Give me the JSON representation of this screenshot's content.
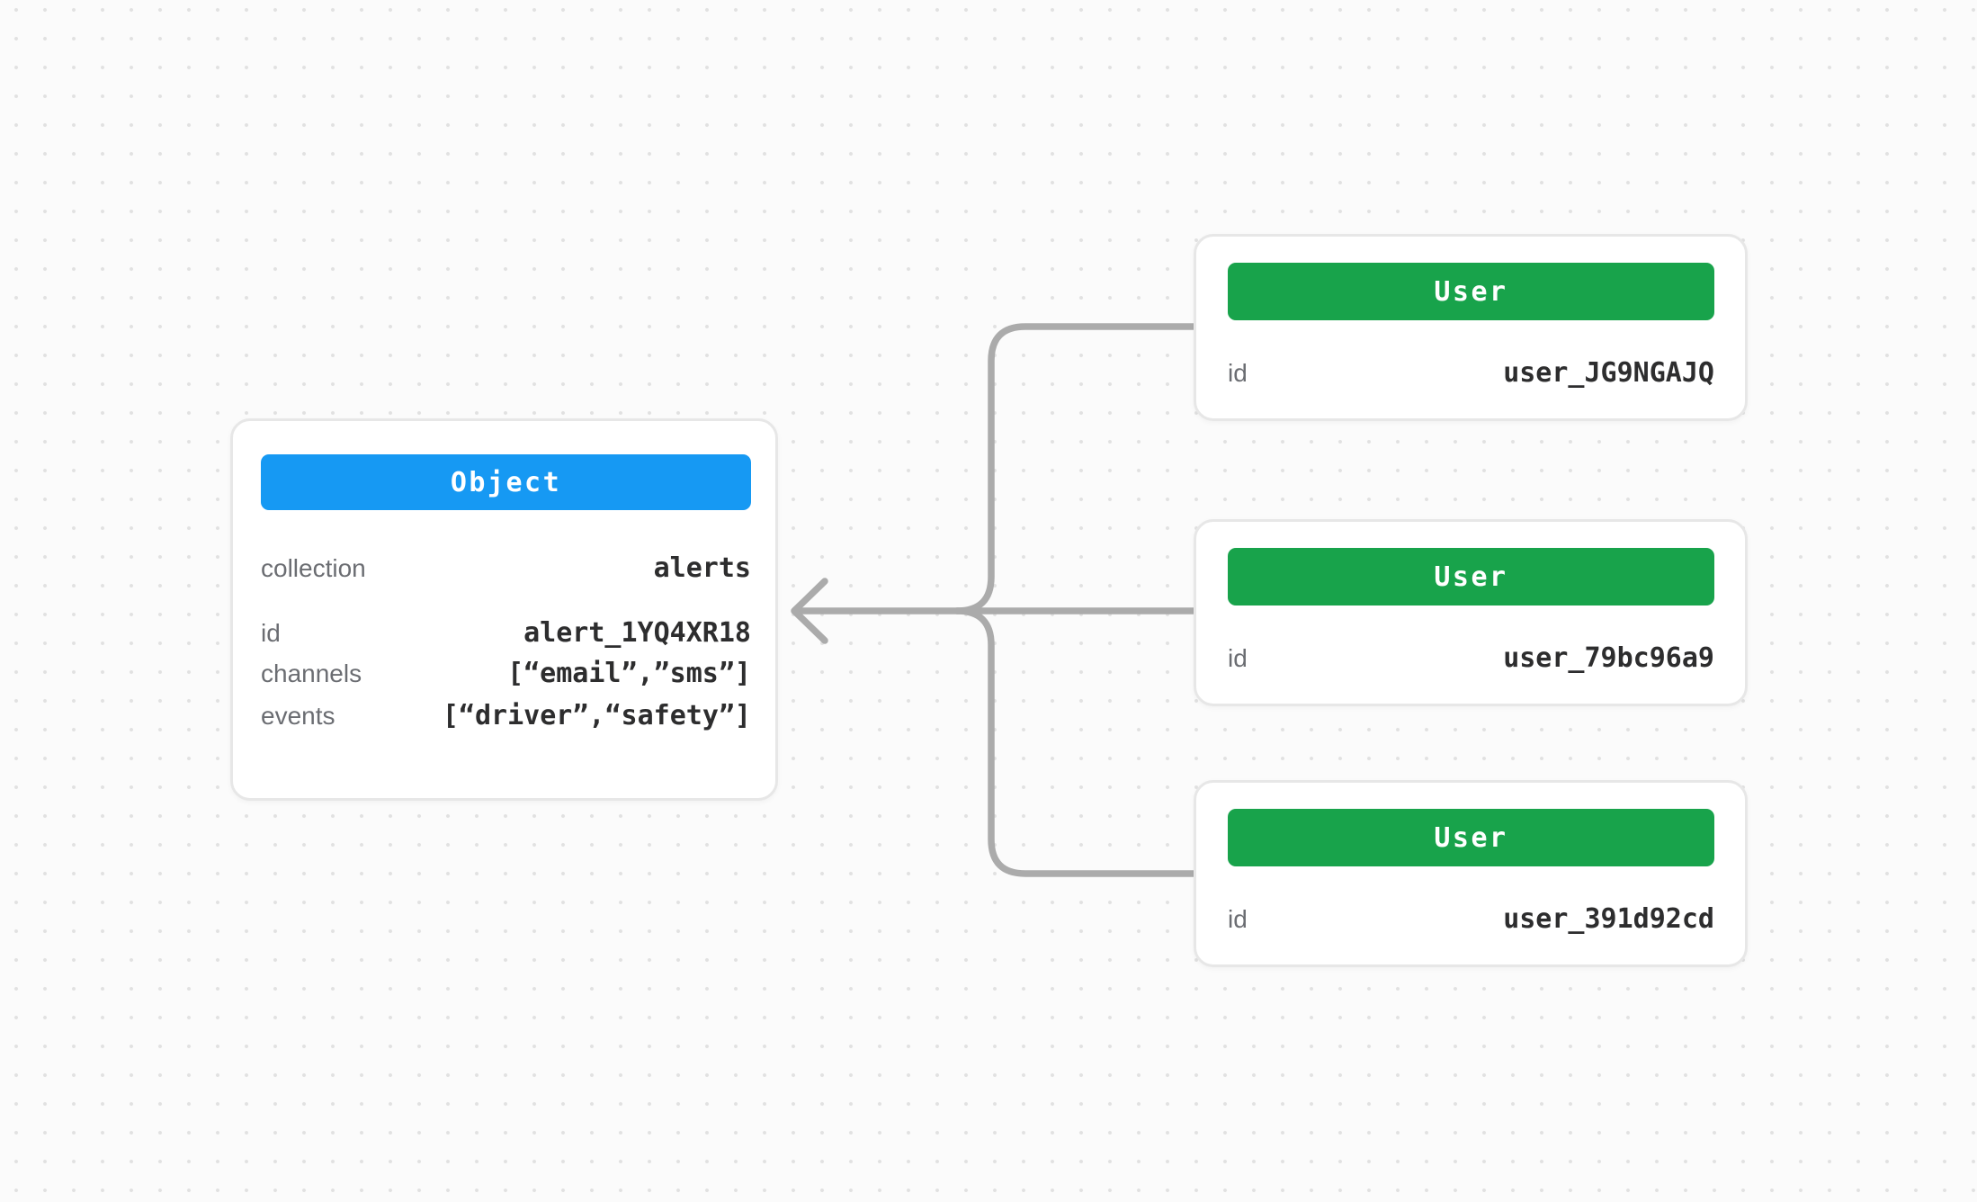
{
  "canvas": {
    "background_color": "#FBFBFB",
    "dot_color": "#E1E1E1"
  },
  "connectors": {
    "color": "#ABABAB",
    "arrow_direction": "left",
    "links": [
      {
        "from": "user-card-1",
        "to": "object-card"
      },
      {
        "from": "user-card-2",
        "to": "object-card"
      },
      {
        "from": "user-card-3",
        "to": "object-card"
      }
    ]
  },
  "object_card": {
    "title": "Object",
    "accent_color": "#1699F3",
    "fields": [
      {
        "label": "collection",
        "value": "alerts"
      },
      {
        "label": "id",
        "value": "alert_1YQ4XR18"
      },
      {
        "label": "channels",
        "value": "[“email”,”sms”]"
      },
      {
        "label": "events",
        "value": "[“driver”,“safety”]"
      }
    ]
  },
  "user_cards": [
    {
      "title": "User",
      "accent_color": "#18A34B",
      "fields": [
        {
          "label": "id",
          "value": "user_JG9NGAJQ"
        }
      ]
    },
    {
      "title": "User",
      "accent_color": "#18A34B",
      "fields": [
        {
          "label": "id",
          "value": "user_79bc96a9"
        }
      ]
    },
    {
      "title": "User",
      "accent_color": "#18A34B",
      "fields": [
        {
          "label": "id",
          "value": "user_391d92cd"
        }
      ]
    }
  ]
}
